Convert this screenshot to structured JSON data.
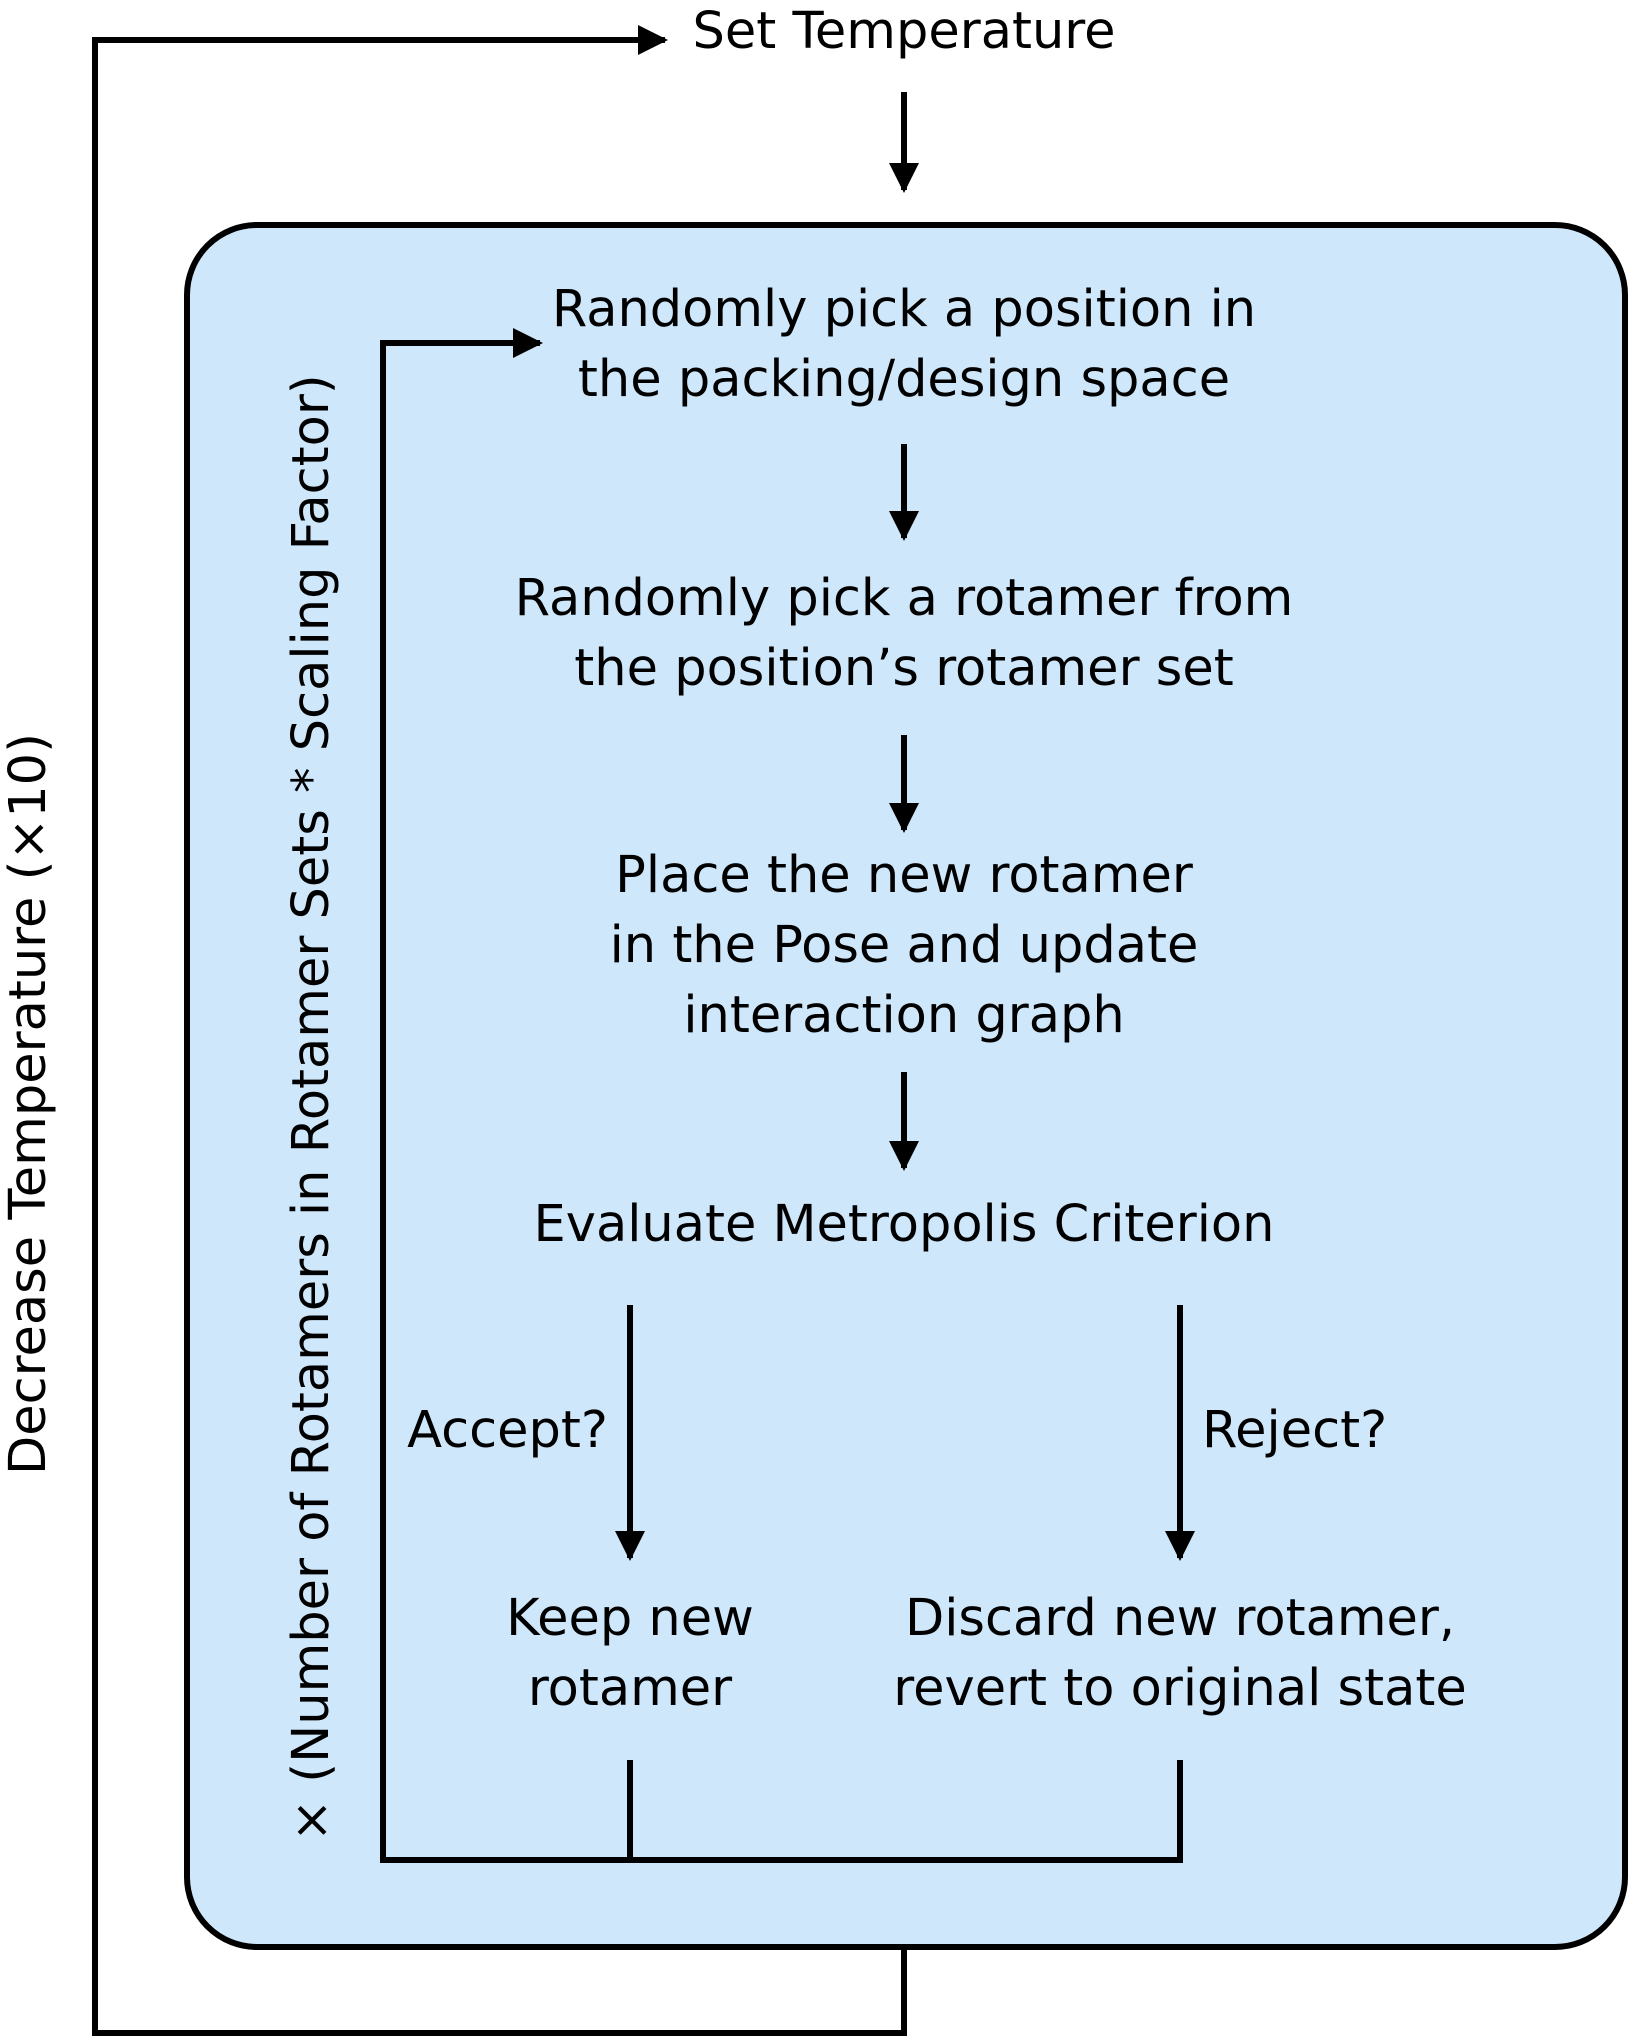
{
  "diagram": {
    "outer_loop": {
      "start": "Set Temperature",
      "loop_label": "Decrease Temperature (×10)"
    },
    "inner_loop": {
      "loop_label": "× (Number of Rotamers in Rotamer Sets * Scaling Factor)",
      "fill_color": "#cfe7fa",
      "steps": [
        {
          "line1": "Randomly pick a position in",
          "line2": "the packing/design space"
        },
        {
          "line1": "Randomly pick a rotamer from",
          "line2": "the position’s rotamer set"
        },
        {
          "line1": "Place the new rotamer",
          "line2": "in the Pose and update",
          "line3": "interaction graph"
        },
        {
          "line1": "Evaluate Metropolis Criterion"
        }
      ],
      "branches": {
        "accept": {
          "label": "Accept?",
          "result_line1": "Keep new",
          "result_line2": "rotamer"
        },
        "reject": {
          "label": "Reject?",
          "result_line1": "Discard new rotamer,",
          "result_line2": "revert to original state"
        }
      }
    }
  }
}
